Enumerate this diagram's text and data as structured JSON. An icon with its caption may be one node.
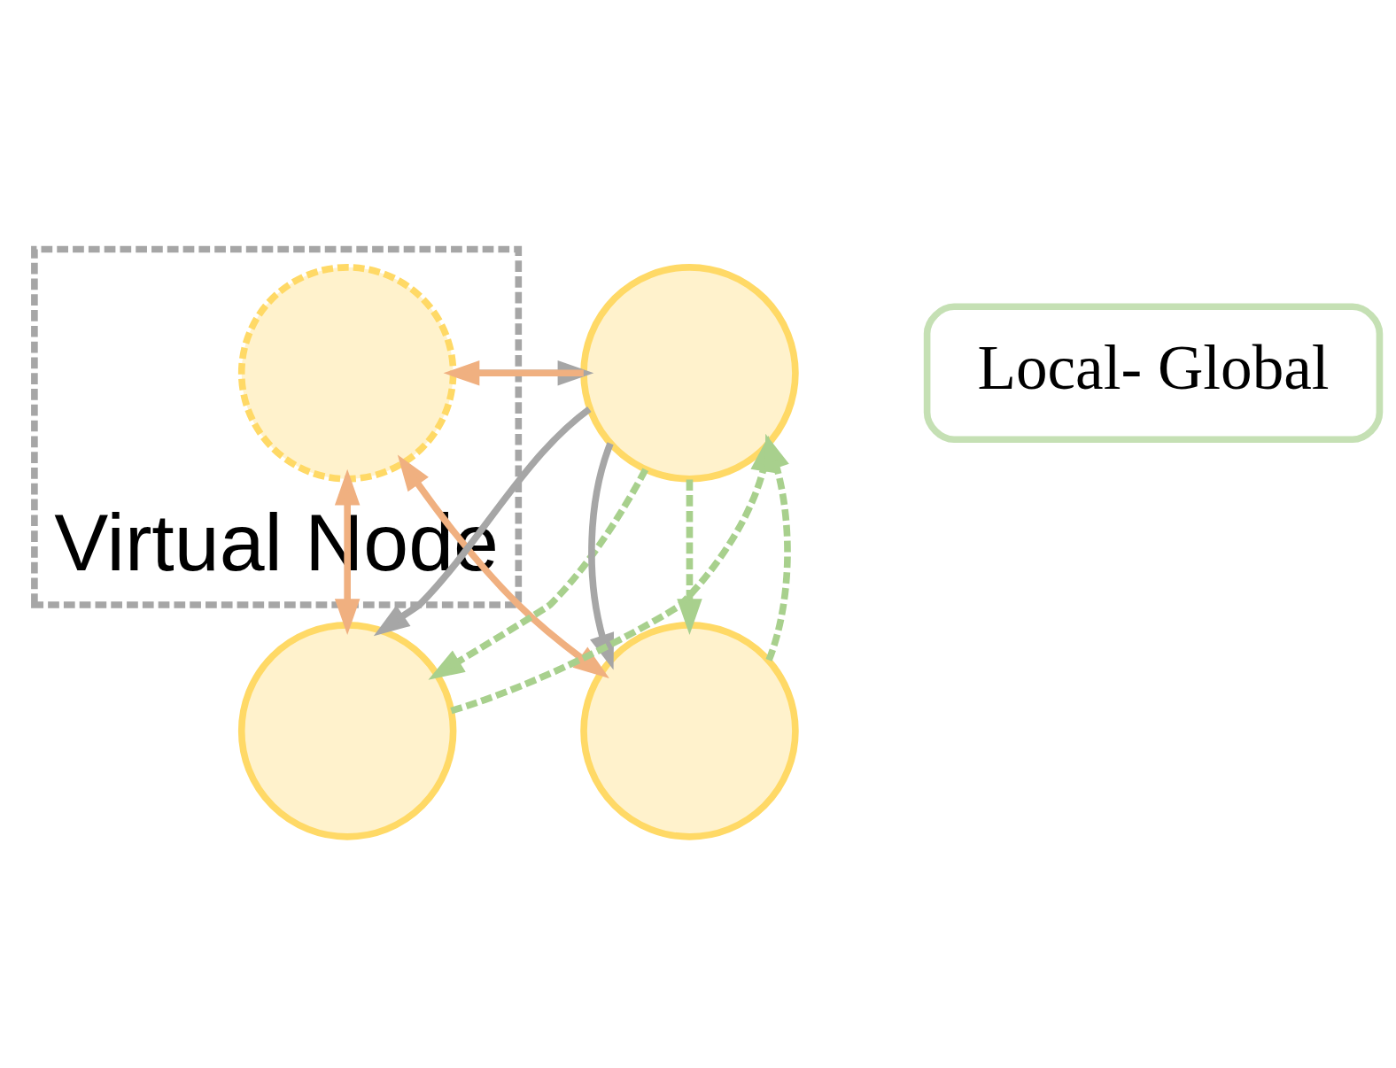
{
  "diagram": {
    "nodes": [
      {
        "text": [
          "Virtual Node"
        ]
      },
      {
        "text": [],
        "shape": "circle",
        "in": 0
      },
      {
        "text": [],
        "shape": "circle"
      },
      {
        "text": [],
        "shape": "circle"
      },
      {
        "text": [],
        "shape": "circle"
      },
      {
        "text": [
          "Local- Global"
        ]
      }
    ],
    "edges": [
      {
        "from": 1,
        "to": 2,
        "arrow": "to",
        "color": "#a6a6a6"
      },
      {
        "from": 1,
        "to": 3,
        "arrow": "both",
        "color": "#f0b080"
      },
      {
        "from": 1,
        "to": 4,
        "arrow": "both",
        "color": "#f0b080"
      },
      {
        "from": 2,
        "to": 1,
        "arrow": "to",
        "color": "#f0b080"
      },
      {
        "from": 2,
        "to": 3,
        "arrow": "to",
        "color": "#a6a6a6"
      },
      {
        "from": 2,
        "to": 4,
        "arrow": "to",
        "color": "#a6a6a6"
      },
      {
        "from": 2,
        "to": 3,
        "arrow": "to",
        "style": "dashed",
        "color": "#a8d08d"
      },
      {
        "from": 2,
        "to": 4,
        "arrow": "to",
        "style": "dashed",
        "color": "#a8d08d"
      },
      {
        "from": 3,
        "to": 2,
        "arrow": "to",
        "style": "dashed",
        "color": "#a8d08d"
      },
      {
        "from": 4,
        "to": 2,
        "arrow": "to",
        "style": "dashed",
        "color": "#a8d08d"
      }
    ]
  }
}
